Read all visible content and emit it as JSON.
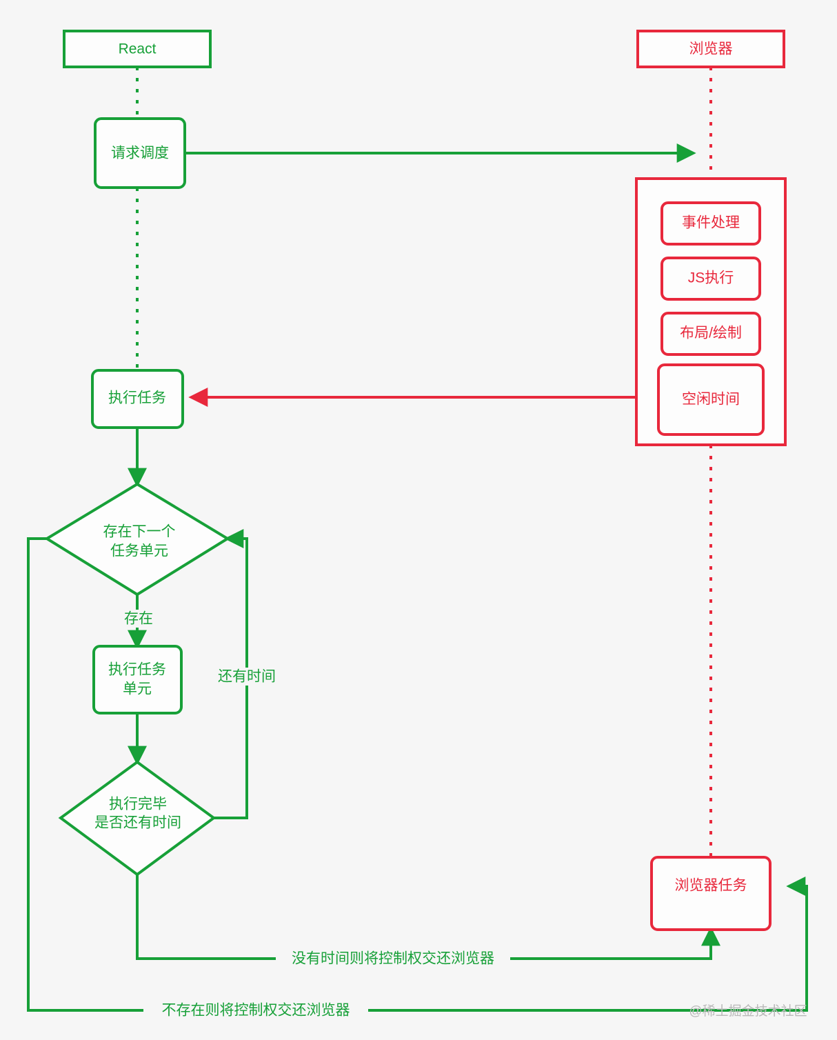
{
  "diagram": {
    "title_left": "React",
    "title_right": "浏览器",
    "watermark": "@稀土掘金技术社区",
    "colors": {
      "green": "#17a038",
      "red": "#e8283c",
      "background": "#f6f6f6",
      "node_fill": "#fdfdfd"
    },
    "lanes": [
      {
        "id": "react",
        "label": "React",
        "color": "#17a038"
      },
      {
        "id": "browser",
        "label": "浏览器",
        "color": "#e8283c"
      }
    ],
    "nodes": [
      {
        "id": "react-header",
        "label": "React",
        "shape": "rect",
        "color": "green"
      },
      {
        "id": "request-sched",
        "label": "请求调度",
        "shape": "rounded",
        "color": "green"
      },
      {
        "id": "run-task",
        "label": "执行任务",
        "shape": "rounded",
        "color": "green"
      },
      {
        "id": "has-next-unit-1",
        "label": "存在下一个",
        "shape": "diamond",
        "color": "green"
      },
      {
        "id": "has-next-unit-2",
        "label": "任务单元",
        "shape": "diamond",
        "color": "green"
      },
      {
        "id": "run-task-unit-1",
        "label": "执行任务",
        "shape": "rounded",
        "color": "green"
      },
      {
        "id": "run-task-unit-2",
        "label": "单元",
        "shape": "rounded",
        "color": "green"
      },
      {
        "id": "done-time-1",
        "label": "执行完毕",
        "shape": "diamond",
        "color": "green"
      },
      {
        "id": "done-time-2",
        "label": "是否还有时间",
        "shape": "diamond",
        "color": "green"
      },
      {
        "id": "browser-header",
        "label": "浏览器",
        "shape": "rect",
        "color": "red"
      },
      {
        "id": "event-handle",
        "label": "事件处理",
        "shape": "rounded",
        "color": "red"
      },
      {
        "id": "js-exec",
        "label": "JS执行",
        "shape": "rounded",
        "color": "red"
      },
      {
        "id": "layout-paint",
        "label": "布局/绘制",
        "shape": "rounded",
        "color": "red"
      },
      {
        "id": "idle-time",
        "label": "空闲时间",
        "shape": "rounded",
        "color": "red"
      },
      {
        "id": "browser-task",
        "label": "浏览器任务",
        "shape": "rounded",
        "color": "red"
      }
    ],
    "edge_labels": [
      {
        "id": "exists",
        "label": "存在"
      },
      {
        "id": "still-time",
        "label": "还有时间"
      },
      {
        "id": "no-time-yield",
        "label": "没有时间则将控制权交还浏览器"
      },
      {
        "id": "not-exist-yield",
        "label": "不存在则将控制权交还浏览器"
      }
    ]
  }
}
